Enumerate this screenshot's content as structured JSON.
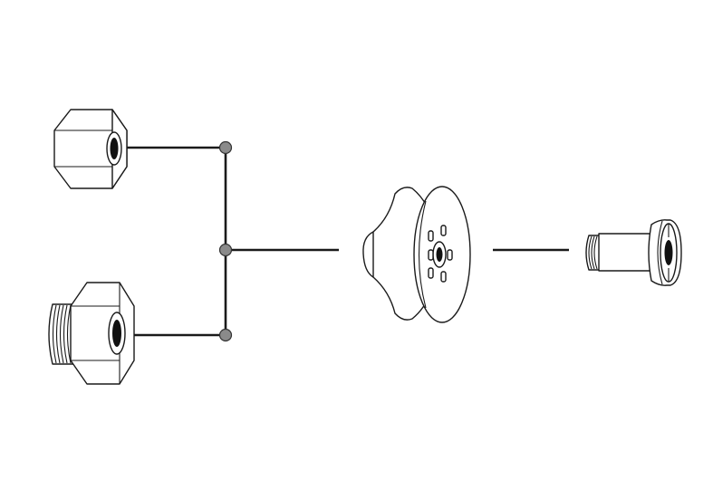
{
  "diagram": {
    "components": [
      {
        "id": "hex-nut",
        "icon": "hex-nut-icon"
      },
      {
        "id": "threaded-hex-adapter",
        "icon": "threaded-hex-adapter-icon"
      },
      {
        "id": "bellows-suction-cup",
        "icon": "bellows-suction-cup-icon"
      },
      {
        "id": "slotted-fitting",
        "icon": "slotted-fitting-icon"
      }
    ],
    "connections": [
      {
        "from": "hex-nut",
        "to": "junction"
      },
      {
        "from": "threaded-hex-adapter",
        "to": "junction"
      },
      {
        "from": "junction",
        "to": "bellows-suction-cup"
      },
      {
        "from": "bellows-suction-cup",
        "to": "slotted-fitting"
      }
    ],
    "colors": {
      "stroke": "#1a1a1a",
      "node_fill": "#8a8a8a",
      "background": "#ffffff"
    }
  }
}
